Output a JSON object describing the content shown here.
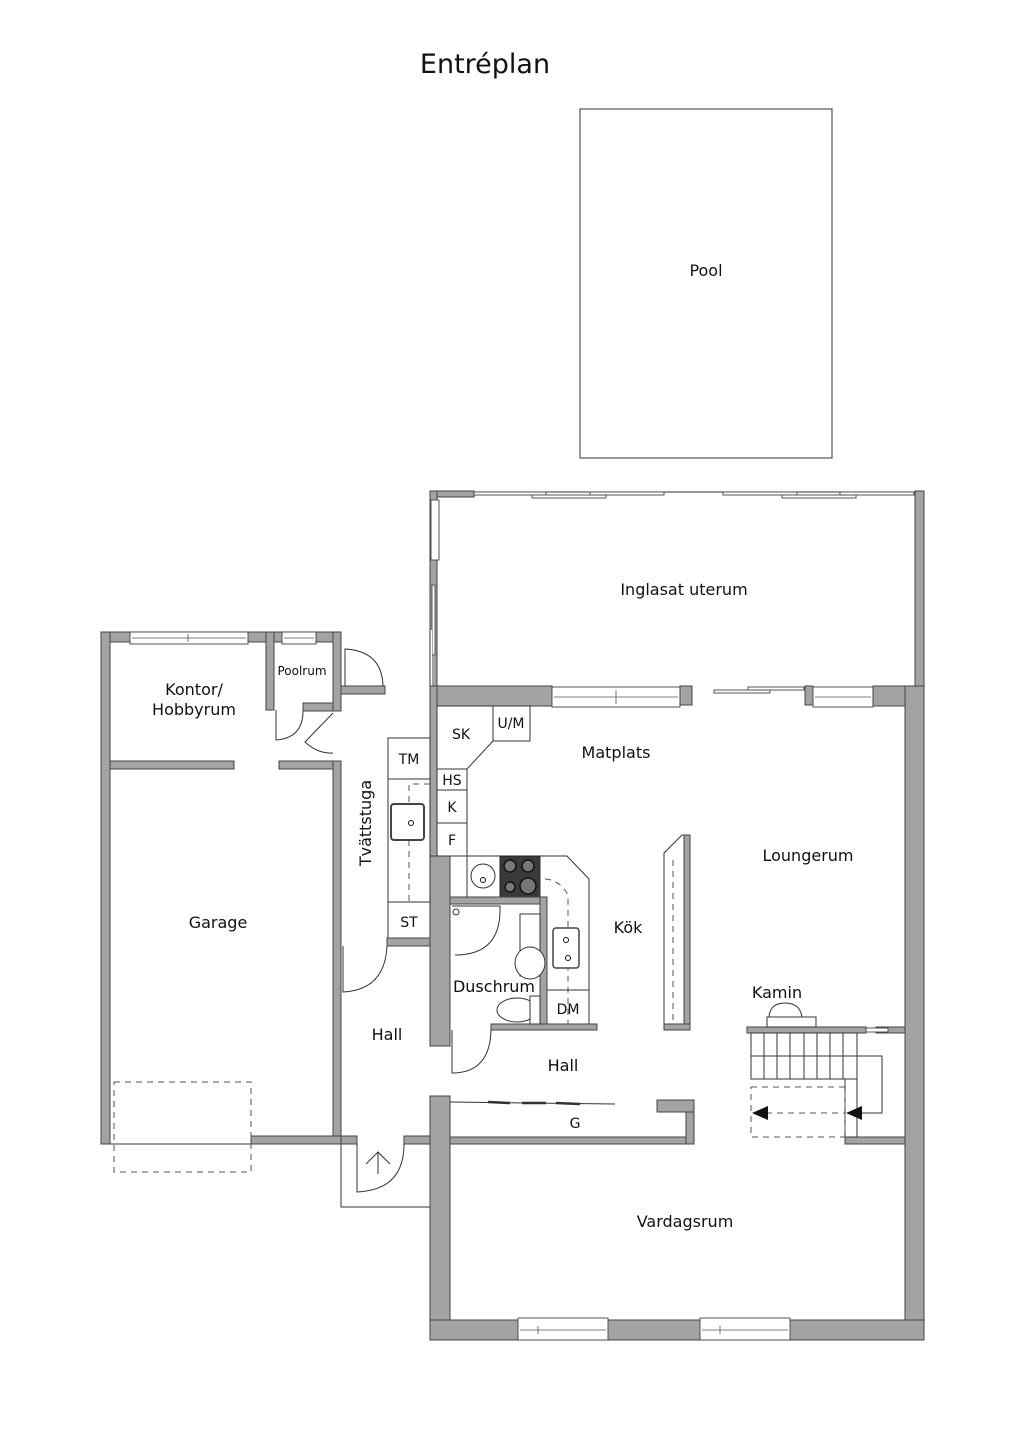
{
  "title": "Entréplan",
  "rooms": {
    "pool": "Pool",
    "inglasat_uterum": "Inglasat uterum",
    "kontor": "Kontor/",
    "hobbyrum": "Hobbyrum",
    "poolrum": "Poolrum",
    "tvattstuga": "Tvättstuga",
    "garage": "Garage",
    "matplats": "Matplats",
    "loungerum": "Loungerum",
    "kok": "Kök",
    "duschrum": "Duschrum",
    "hall_left": "Hall",
    "hall_center": "Hall",
    "kamin": "Kamin",
    "vardagsrum": "Vardagsrum"
  },
  "fixtures": {
    "sk": "SK",
    "um": "U/M",
    "tm": "TM",
    "hs": "HS",
    "k": "K",
    "f": "F",
    "st": "ST",
    "dm": "DM",
    "g": "G"
  },
  "colors": {
    "wall": "#a3a3a3",
    "line": "#333333",
    "stove": "#3a3a3a"
  }
}
